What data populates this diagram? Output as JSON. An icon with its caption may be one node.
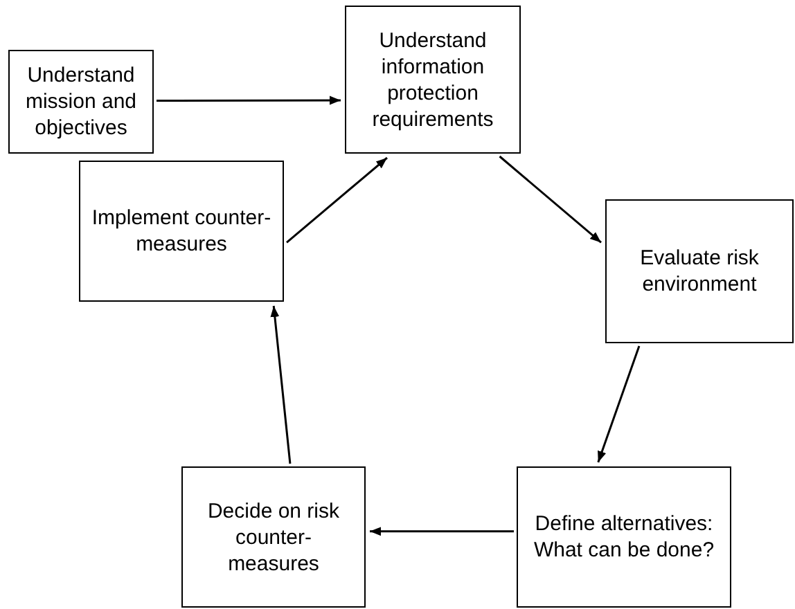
{
  "diagram": {
    "nodes": [
      {
        "text": [
          "Understand mission and objectives"
        ]
      },
      {
        "text": [
          "Understand information protection requirements"
        ]
      },
      {
        "text": [
          "Evaluate risk environment"
        ]
      },
      {
        "text": [
          "Define alternatives: What can be done?"
        ]
      },
      {
        "text": [
          "Decide on risk counter-measures"
        ]
      },
      {
        "text": [
          "Implement counter-measures"
        ]
      }
    ],
    "edges": [
      {
        "from": 0,
        "to": 1,
        "arrow": "to"
      },
      {
        "from": 1,
        "to": 2,
        "arrow": "to"
      },
      {
        "from": 2,
        "to": 3,
        "arrow": "to"
      },
      {
        "from": 3,
        "to": 4,
        "arrow": "to"
      },
      {
        "from": 4,
        "to": 5,
        "arrow": "to"
      },
      {
        "from": 5,
        "to": 1,
        "arrow": "to"
      }
    ]
  }
}
